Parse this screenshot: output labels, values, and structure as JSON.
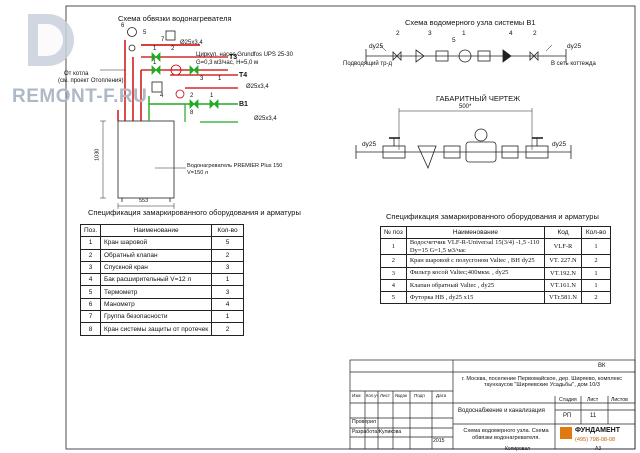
{
  "watermark": {
    "brand": "REMONT-F.RU"
  },
  "left_scheme": {
    "title": "Схема обвязки водонагревателя",
    "circ_pump": "Циркул. насос Grundfos UPS 25-30",
    "pump_params": "G=0,3 м3/час, H=5,0 м",
    "from_boiler_1": "От котла",
    "from_boiler_2": "(см. проект Отопления)",
    "pipe_top": "Ø25х3,4",
    "pipe_mid": "Ø25х3,4",
    "pipe_bot": "Ø25х3,4",
    "t3": "T3",
    "t4": "T4",
    "b1": "B1",
    "heater_1": "Водонагреватель  PREMIER Plus 150",
    "heater_2": "V=150 л",
    "dim_height": "1030",
    "dim_width": "553",
    "numbers": [
      "6",
      "5",
      "7",
      "1",
      "2",
      "1",
      "3",
      "1",
      "2",
      "1",
      "4",
      "8"
    ]
  },
  "right_scheme": {
    "title": "Схема водомерного узла системы В1",
    "dy_left": "dy25",
    "dy_right": "dy25",
    "supply": "Подводящий тр-д",
    "network": "В сеть коттежда",
    "numbers": [
      "2",
      "3",
      "1",
      "5",
      "4",
      "2"
    ]
  },
  "overall": {
    "title": "ГАБАРИТНЫЙ ЧЕРТЕЖ",
    "dim": "500*",
    "dy_left": "dy25",
    "dy_right": "dy25"
  },
  "spec_left": {
    "title": "Спецификация замаркированного оборудования и арматуры",
    "headers": [
      "Поз.",
      "Наименование",
      "Кол-во"
    ],
    "rows": [
      [
        "1",
        "Кран шаровой",
        "5"
      ],
      [
        "2",
        "Обратный клапан",
        "2"
      ],
      [
        "3",
        "Спускной кран",
        "3"
      ],
      [
        "4",
        "Бак расширительный V=12 л",
        "1"
      ],
      [
        "5",
        "Термометр",
        "3"
      ],
      [
        "6",
        "Манометр",
        "4"
      ],
      [
        "7",
        "Группа безопасности",
        "1"
      ],
      [
        "8",
        "Кран системы защиты от протечек",
        "2"
      ]
    ]
  },
  "spec_right": {
    "title": "Спецификация замаркированного оборудования и арматуры",
    "headers": [
      "№ поз",
      "Наименование",
      "Код",
      "Кол-во"
    ],
    "rows": [
      [
        "1",
        "Водосчетчик  VLF-R-Universal 15(3/4) -1,5 -110  Dy=15 G=1,5 м3/час",
        "VLF-R",
        "1"
      ],
      [
        "2",
        "Кран шаровой с полусгоном Valtec , ВН dy25",
        "VT. 227.N",
        "2"
      ],
      [
        "3",
        "Фильтр косой Valtec;400мкм. , dy25",
        "VT.192.N",
        "1"
      ],
      [
        "4",
        "Клапан обратный Valtec , dy25",
        "VT.161.N",
        "1"
      ],
      [
        "5",
        "Футорка  НВ , dy25 x15",
        "VTr.581.N",
        "2"
      ]
    ]
  },
  "title_block": {
    "code": "ВК",
    "address": "г. Москва, поселение Первомайское, дер. Ширяево, комплекс таунхаусов \"Ширяевские Усадьбы\", дом 10/3",
    "section": "Водоснабжение и канализация",
    "stage_h": "Стадия",
    "sheet_h": "Лист",
    "sheets_h": "Листов",
    "stage": "РП",
    "sheet": "11",
    "sheets": "",
    "doc": "Схема водомерного узла. Схема обвязки водонагревателя.",
    "cols": [
      "Изм",
      "Кол.уч",
      "Лист",
      "№док",
      "Подп",
      "Дата"
    ],
    "checked": "Проверил",
    "developed": "Разработал",
    "developer": "Куликова",
    "year": "2015",
    "company": "ФУНДАМЕНТ",
    "phone": "(495) 798-08-08",
    "copied": "Копировал",
    "format": "А3"
  }
}
